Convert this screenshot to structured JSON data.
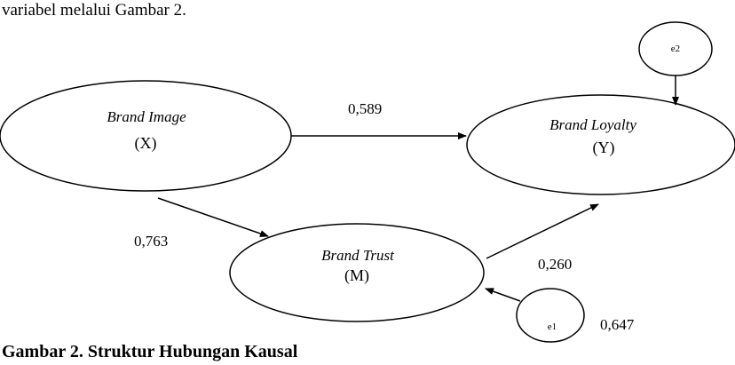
{
  "lead_text": "variabel melalui Gambar 2.",
  "caption": "Gambar 2. Struktur Hubungan Kausal",
  "nodes": {
    "x": {
      "name": "Brand Image",
      "symbol": "(X)"
    },
    "y": {
      "name": "Brand Loyalty",
      "symbol": "(Y)"
    },
    "m": {
      "name": "Brand Trust",
      "symbol": "(M)"
    },
    "e1": {
      "label": "e1"
    },
    "e2": {
      "label": "e2"
    }
  },
  "paths": {
    "x_to_y": "0,589",
    "x_to_m": "0,763",
    "m_to_y": "0,260",
    "e1_to_m": "0,647"
  }
}
